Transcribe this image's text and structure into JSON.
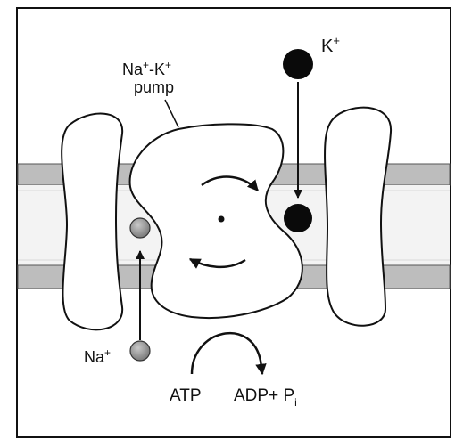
{
  "labels": {
    "pump_line1_base": "Na",
    "pump_line1_na_sup": "+",
    "pump_line1_mid": "-K",
    "pump_line1_k_sup": "+",
    "pump_line2": "pump",
    "k_ion_base": "K",
    "k_ion_sup": "+",
    "na_ion_base": "Na",
    "na_ion_sup": "+",
    "atp": "ATP",
    "adp_base": "ADP+ P",
    "adp_sub": "i"
  },
  "colors": {
    "background": "#ffffff",
    "frame": "#111111",
    "membrane_band": "#bdbdbd",
    "membrane_inner": "#f2f2f2",
    "protein_fill": "#ffffff",
    "potassium_ion": "#0a0a0a",
    "sodium_ion": "#8c8c8c",
    "arrow": "#111111"
  },
  "icons": {
    "pump_protein": "na-k-pump-shape",
    "channel_protein_left": "channel-protein-shape",
    "channel_protein_right": "channel-protein-shape",
    "rotation_arrows": "clockwise-arrows-icon",
    "potassium_ion": "black-circle-icon",
    "sodium_ion": "gray-circle-icon",
    "atp_hydrolysis": "curved-arrow-icon"
  }
}
